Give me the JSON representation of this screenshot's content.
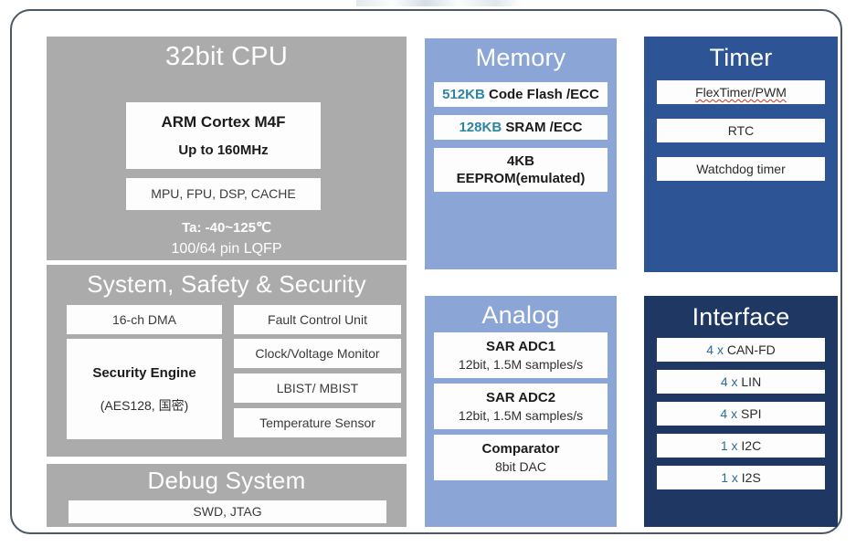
{
  "diagram": {
    "type": "mcu-block-diagram",
    "frame_border_color": "#4a5868",
    "colors": {
      "gray_block": "#ababab",
      "mid_blue_block": "#8ba5d6",
      "timer_blue_block": "#2d5494",
      "interface_navy_block": "#1e3763",
      "chip_white": "#fdfdfd",
      "memory_accent_teal": "#2d84a3",
      "interface_accent_blue": "#2d6a9e",
      "squiggle_red": "#d0342c"
    }
  },
  "cpu": {
    "title": "32bit CPU",
    "core_name": "ARM Cortex M4F",
    "core_speed": "Up to 160MHz",
    "features": "MPU, FPU, DSP, CACHE",
    "temperature": "Ta: -40~125℃",
    "package": "100/64 pin LQFP"
  },
  "system": {
    "title": "System, Safety & Security",
    "left_items": [
      {
        "label": "16-ch DMA"
      }
    ],
    "security_engine": {
      "name": "Security Engine",
      "detail": "(AES128, 国密)"
    },
    "right_items": [
      {
        "label": "Fault Control Unit"
      },
      {
        "label": "Clock/Voltage Monitor"
      },
      {
        "label": "LBIST/ MBIST"
      },
      {
        "label": "Temperature Sensor"
      }
    ]
  },
  "debug": {
    "title": "Debug System",
    "item": "SWD, JTAG"
  },
  "memory": {
    "title": "Memory",
    "items": [
      {
        "size": "512KB",
        "name": " Code Flash /ECC"
      },
      {
        "size": "128KB",
        "name": " SRAM /ECC"
      }
    ],
    "eeprom": {
      "size": "4KB",
      "name": "EEPROM(emulated)"
    }
  },
  "analog": {
    "title": "Analog",
    "items": [
      {
        "name": "SAR ADC1",
        "detail": "12bit, 1.5M samples/s"
      },
      {
        "name": "SAR ADC2",
        "detail": "12bit, 1.5M samples/s"
      },
      {
        "name": "Comparator",
        "detail": "8bit DAC"
      }
    ]
  },
  "timer": {
    "title": "Timer",
    "items": [
      {
        "label": "FlexTimer/PWM",
        "spellcheck_underline": true
      },
      {
        "label": "RTC",
        "spellcheck_underline": false
      },
      {
        "label": "Watchdog timer",
        "spellcheck_underline": false
      }
    ]
  },
  "interface": {
    "title": "Interface",
    "items": [
      {
        "count": "4 x ",
        "name": "CAN-FD"
      },
      {
        "count": "4 x ",
        "name": "LIN"
      },
      {
        "count": "4 x ",
        "name": "SPI"
      },
      {
        "count": "1 x ",
        "name": "I2C"
      },
      {
        "count": "1 x ",
        "name": "I2S"
      }
    ]
  }
}
